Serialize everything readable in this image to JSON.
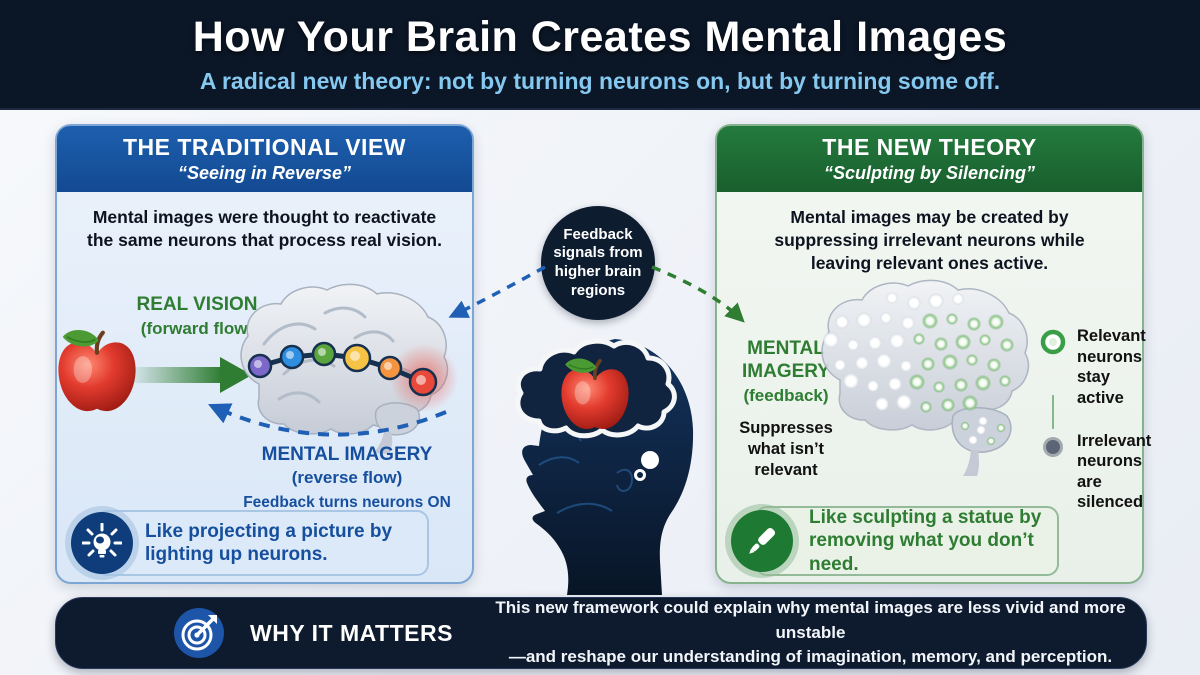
{
  "header": {
    "title": "How Your Brain Creates Mental Images",
    "subtitle": "A radical new theory: not by turning neurons on, but by turning some off."
  },
  "traditional": {
    "title": "THE TRADITIONAL VIEW",
    "subtitle": "“Seeing in Reverse”",
    "description": "Mental images were thought to reactivate the same neurons that process real vision.",
    "real_vision": {
      "label": "REAL VISION",
      "sublabel": "(forward flow)"
    },
    "mental_imagery": {
      "label": "MENTAL IMAGERY",
      "sublabel": "(reverse flow)",
      "note": "Feedback turns neurons ON"
    },
    "callout": "Like projecting a picture by lighting up neurons."
  },
  "center": {
    "bubble_text": "Feedback signals from higher brain regions"
  },
  "new_theory": {
    "title": "THE NEW THEORY",
    "subtitle": "“Sculpting by Silencing”",
    "description": "Mental images may be created by suppressing irrelevant neurons while leaving relevant ones active.",
    "mental_imagery": {
      "label": "MENTAL IMAGERY",
      "sublabel": "(feedback)",
      "note": "Suppresses what isn’t relevant"
    },
    "legend": [
      {
        "label": "Relevant neurons stay active",
        "marker": "green-ring"
      },
      {
        "label": "Irrelevant neurons are silenced",
        "marker": "gray-dot"
      }
    ],
    "callout": "Like sculpting a statue by removing what you don’t need."
  },
  "footer": {
    "title": "WHY IT MATTERS",
    "line1": "This new framework could explain why mental images are less vivid and more unstable",
    "line2": "—and reshape our understanding of imagination, memory, and perception."
  },
  "colors": {
    "header_bg": "#0b1626",
    "subtitle_blue": "#85c9f0",
    "traditional_header_blue": "#1553a3",
    "traditional_body": "#dde9f8",
    "imagery_blue": "#164f9e",
    "vision_green": "#2e7d32",
    "new_header_green": "#1d6b34",
    "new_body": "#eef3ee",
    "footer_bg": "#0e1a2e",
    "icon_blue": "#1d56a8",
    "neuron_chain": [
      "#7b68c9",
      "#2e8fe0",
      "#5aa53e",
      "#f6c445",
      "#f59440",
      "#e8493a"
    ]
  }
}
